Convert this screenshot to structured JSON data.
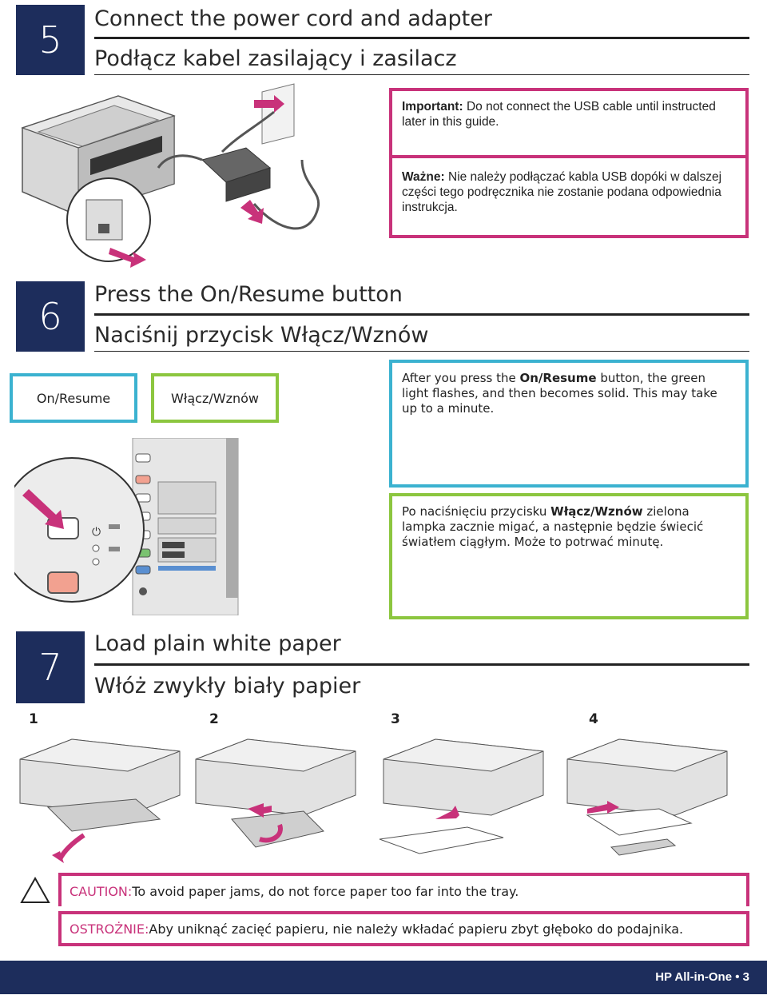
{
  "colors": {
    "navy": "#1d2d5c",
    "pink": "#c8327a",
    "cyan": "#3bb2d0",
    "green": "#8cc63f"
  },
  "step5": {
    "number": "5",
    "title_en": "Connect the power cord and adapter",
    "title_pl": "Podłącz kabel zasilający i zasilacz",
    "important_label": "Important:",
    "important_text": " Do not connect the USB cable until instructed later in this guide.",
    "wazne_label": "Ważne:",
    "wazne_text": " Nie należy podłączać kabla USB dopóki w dalszej części tego podręcznika nie zostanie podana odpowiednia instrukcja."
  },
  "step6": {
    "number": "6",
    "title_en": "Press the On/Resume button",
    "title_pl": "Naciśnij przycisk Włącz/Wznów",
    "label_en": "On/Resume",
    "label_pl": "Włącz/Wznów",
    "en_pre": "After you press the ",
    "en_bold": "On/Resume",
    "en_post": " button, the green light flashes, and then becomes solid. This may take up to a minute.",
    "pl_pre": "Po naciśnięciu przycisku ",
    "pl_bold": "Włącz/Wznów",
    "pl_post": " zielona lampka zacznie migać, a następnie będzie świecić światłem ciągłym. Może to potrwać minutę."
  },
  "step7": {
    "number": "7",
    "title_en": "Load plain white paper",
    "title_pl": "Włóż zwykły biały papier",
    "substeps": [
      "1",
      "2",
      "3",
      "4"
    ]
  },
  "caution": {
    "en_label": "CAUTION:",
    "en_text": " To avoid paper jams, do not force paper too far into the tray.",
    "pl_label": "OSTROŻNIE:",
    "pl_text": " Aby uniknąć zacięć papieru, nie należy wkładać papieru zbyt głęboko do podajnika."
  },
  "footer": {
    "text": "HP All-in-One • 3"
  },
  "icons": [
    "warning-triangle-icon",
    "power-icon",
    "arrow-icon"
  ]
}
